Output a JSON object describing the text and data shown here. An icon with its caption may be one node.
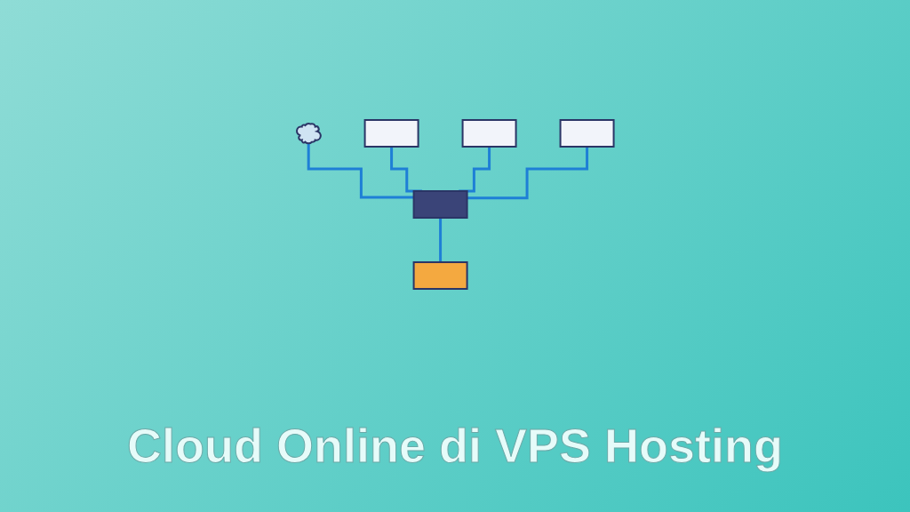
{
  "diagram": {
    "title": "Cloud Online di VPS Hosting",
    "nodes": [
      {
        "text": [],
        "shape": "cloud"
      },
      {
        "text": [],
        "shape": "box"
      },
      {
        "text": [],
        "shape": "box"
      },
      {
        "text": [],
        "shape": "box"
      },
      {
        "text": [],
        "shape": "box"
      },
      {
        "text": [],
        "shape": "box"
      }
    ],
    "edges": [
      {
        "from": 0,
        "to": 3,
        "arrow": "none"
      },
      {
        "from": 1,
        "to": 3,
        "arrow": "none"
      },
      {
        "from": 2,
        "to": 3,
        "arrow": "none"
      },
      {
        "from": 4,
        "to": 3,
        "arrow": "none"
      },
      {
        "from": 3,
        "to": 5,
        "arrow": "none"
      }
    ]
  }
}
